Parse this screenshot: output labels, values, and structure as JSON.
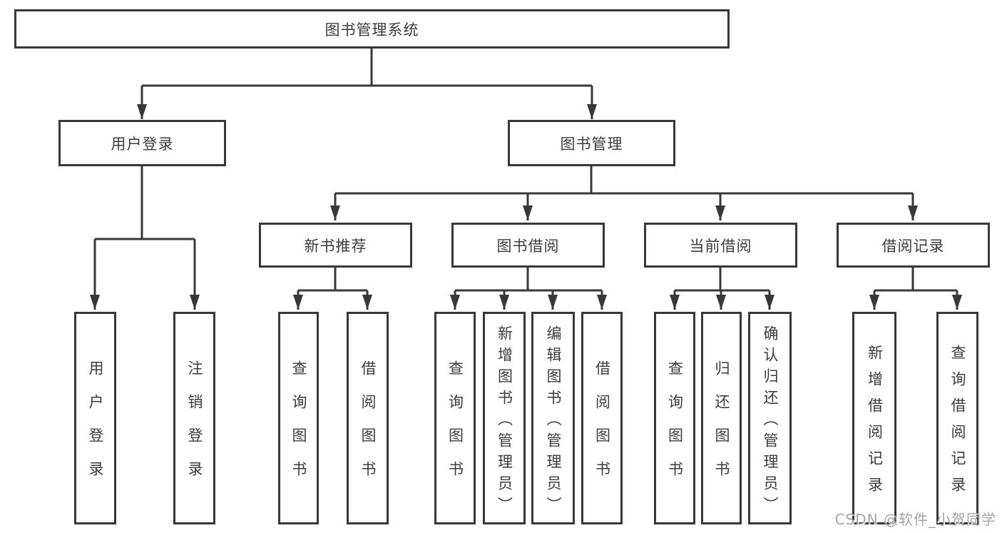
{
  "tree": {
    "root": {
      "label": "图书管理系统"
    },
    "branches": [
      {
        "label": "用户登录",
        "leaves": [
          "用户登录",
          "注销登录"
        ]
      },
      {
        "label": "图书管理",
        "sections": [
          {
            "label": "新书推荐",
            "leaves": [
              "查询图书",
              "借阅图书"
            ]
          },
          {
            "label": "图书借阅",
            "leaves": [
              "查询图书",
              "新增图书（管理员）",
              "编辑图书（管理员）",
              "借阅图书"
            ]
          },
          {
            "label": "当前借阅",
            "leaves": [
              "查询图书",
              "归还图书",
              "确认归还（管理员）"
            ]
          },
          {
            "label": "借阅记录",
            "leaves": [
              "新增借阅记录",
              "查询借阅记录"
            ]
          }
        ]
      }
    ]
  },
  "watermark": {
    "text": "CSDN @软件_小贺同学"
  },
  "colors": {
    "line": "#383838",
    "box_border": "#383838",
    "box_background": "#ffffff",
    "text": "#3c3c3c",
    "watermark": "#a6a6a6",
    "page_background": "#ffffff"
  }
}
